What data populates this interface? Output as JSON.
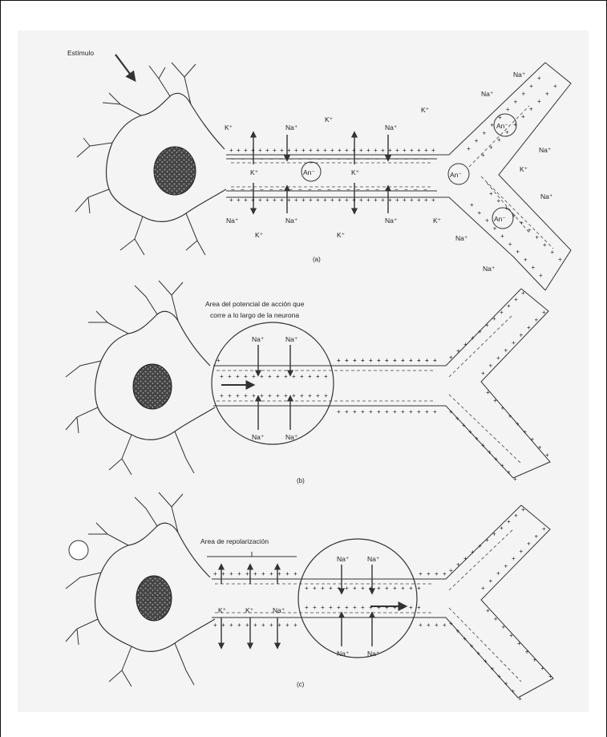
{
  "panels": [
    {
      "id": "a",
      "caption": "(a)",
      "stimulus_label": "Estímulo",
      "ion_labels": {
        "potassium": "K⁺",
        "sodium": "Na⁺",
        "anion": "An⁻",
        "na_faint": "Na⁺"
      }
    },
    {
      "id": "b",
      "caption": "(b)",
      "area_label_line1": "Area del potencial de acción que",
      "area_label_line2": "corre a lo largo de la neurona",
      "sodium": "Na⁺"
    },
    {
      "id": "c",
      "caption": "(c)",
      "repolarization_label": "Area de repolarización",
      "potassium": "K⁺",
      "sodium": "Na⁺"
    }
  ],
  "symbols": {
    "plus": "+",
    "minus": "−"
  }
}
